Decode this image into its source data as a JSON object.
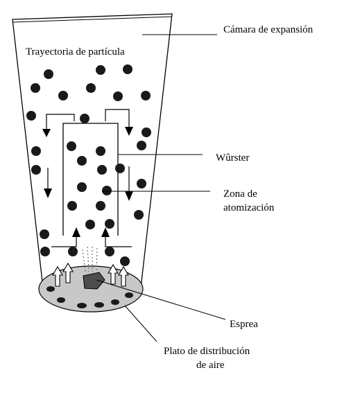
{
  "labels": {
    "camara": "Cámara de expansión",
    "trayectoria": "Trayectoria de partícula",
    "wurster": "Wûrster",
    "zona_line1": "Zona de",
    "zona_line2": "atomización",
    "esprea": "Esprea",
    "plato_line1": "Plato de distribución",
    "plato_line2": "de aire"
  },
  "colors": {
    "outline": "#000000",
    "particle": "#1a1a1a",
    "plate_fill": "#c8c8c8",
    "nozzle_fill": "#4d4d4d",
    "background": "#ffffff"
  },
  "icons": {
    "air_inlet": "hollow-up-arrow",
    "particle_flow": "solid-arrow"
  }
}
